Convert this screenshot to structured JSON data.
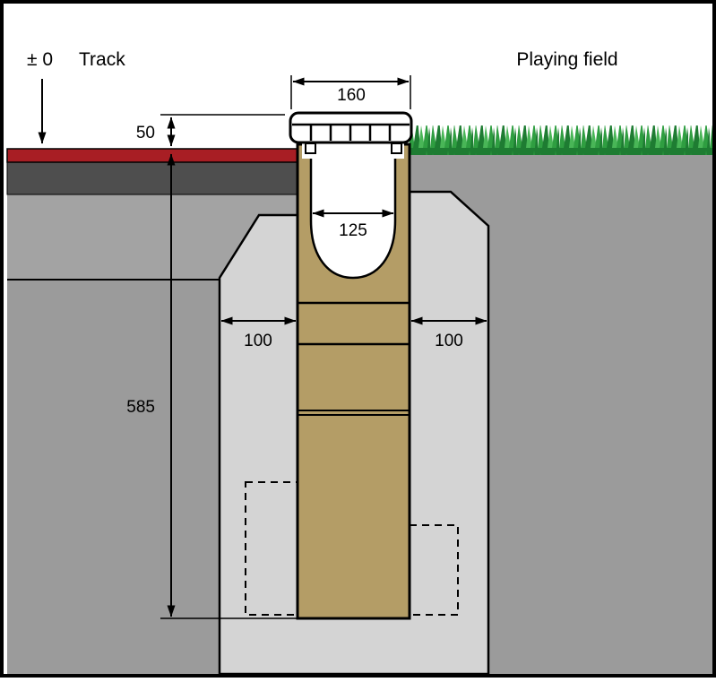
{
  "diagram": {
    "datum_label": "± 0",
    "track_label": "Track",
    "playing_field_label": "Playing field",
    "dims": {
      "grate_width": "160",
      "cover_height": "50",
      "inner_width": "125",
      "left_surround_width": "100",
      "right_surround_width": "100",
      "total_depth": "585"
    },
    "colors": {
      "background": "#ffffff",
      "outline": "#000000",
      "track_surface": "#a81e24",
      "asphalt_layer": "#4e4e4e",
      "subbase_layer": "#a3a3a3",
      "ground": "#9b9b9b",
      "concrete": "#d4d4d4",
      "channel_body": "#b49d66",
      "channel_cavity": "#ffffff",
      "grass_dark": "#1e7c32",
      "grass_mid": "#2f9e41",
      "grass_light": "#49b657"
    }
  }
}
